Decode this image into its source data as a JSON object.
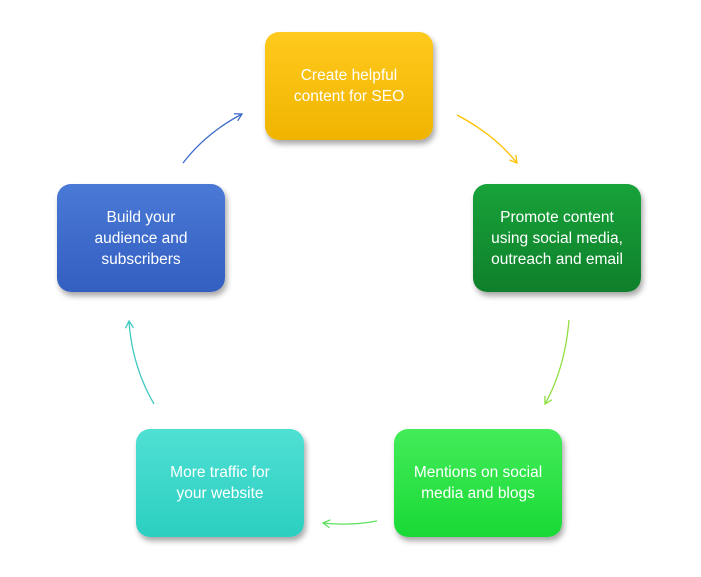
{
  "nodes": [
    {
      "label": "Create helpful content for SEO",
      "color": "#ffc000"
    },
    {
      "label": "Promote content using social media, outreach and email",
      "color": "#12922f"
    },
    {
      "label": "Mentions on social media and blogs",
      "color": "#2ee247"
    },
    {
      "label": "More traffic for your website",
      "color": "#3dd8ca"
    },
    {
      "label": "Build your audience and subscribers",
      "color": "#3e6cca"
    }
  ],
  "arrow_colors": [
    "#ffc000",
    "#90e040",
    "#60e060",
    "#40c8c0",
    "#3e6cca"
  ]
}
